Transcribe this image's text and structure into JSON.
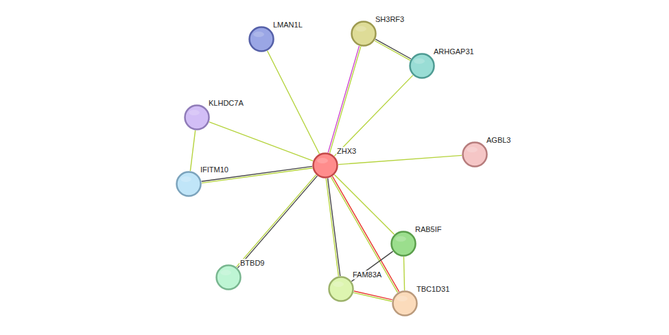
{
  "diagram": {
    "nodes": [
      {
        "text": [
          "LMAN1L"
        ]
      },
      {
        "text": [
          "SH3RF3"
        ]
      },
      {
        "text": [
          "ARHGAP31"
        ]
      },
      {
        "text": [
          "KLHDC7A"
        ]
      },
      {
        "text": [
          "ZHX3"
        ]
      },
      {
        "text": [
          "AGBL3"
        ]
      },
      {
        "text": [
          "IFITM10"
        ]
      },
      {
        "text": [
          "RAB5IF"
        ]
      },
      {
        "text": [
          "BTBD9"
        ]
      },
      {
        "text": [
          "FAM83A"
        ]
      },
      {
        "text": [
          "TBC1D31"
        ]
      }
    ],
    "edges": [
      {
        "from": 4,
        "to": 0,
        "arrow": "none"
      },
      {
        "from": 4,
        "to": 1,
        "arrow": "none"
      },
      {
        "from": 1,
        "to": 2,
        "arrow": "none"
      },
      {
        "from": 4,
        "to": 2,
        "arrow": "none"
      },
      {
        "from": 4,
        "to": 3,
        "arrow": "none"
      },
      {
        "from": 3,
        "to": 6,
        "arrow": "none"
      },
      {
        "from": 4,
        "to": 6,
        "arrow": "none"
      },
      {
        "from": 4,
        "to": 5,
        "arrow": "none"
      },
      {
        "from": 4,
        "to": 8,
        "arrow": "none"
      },
      {
        "from": 4,
        "to": 7,
        "arrow": "none"
      },
      {
        "from": 4,
        "to": 9,
        "arrow": "none"
      },
      {
        "from": 4,
        "to": 10,
        "arrow": "none"
      },
      {
        "from": 7,
        "to": 9,
        "arrow": "none"
      },
      {
        "from": 7,
        "to": 10,
        "arrow": "none"
      },
      {
        "from": 9,
        "to": 10,
        "arrow": "none"
      }
    ]
  }
}
